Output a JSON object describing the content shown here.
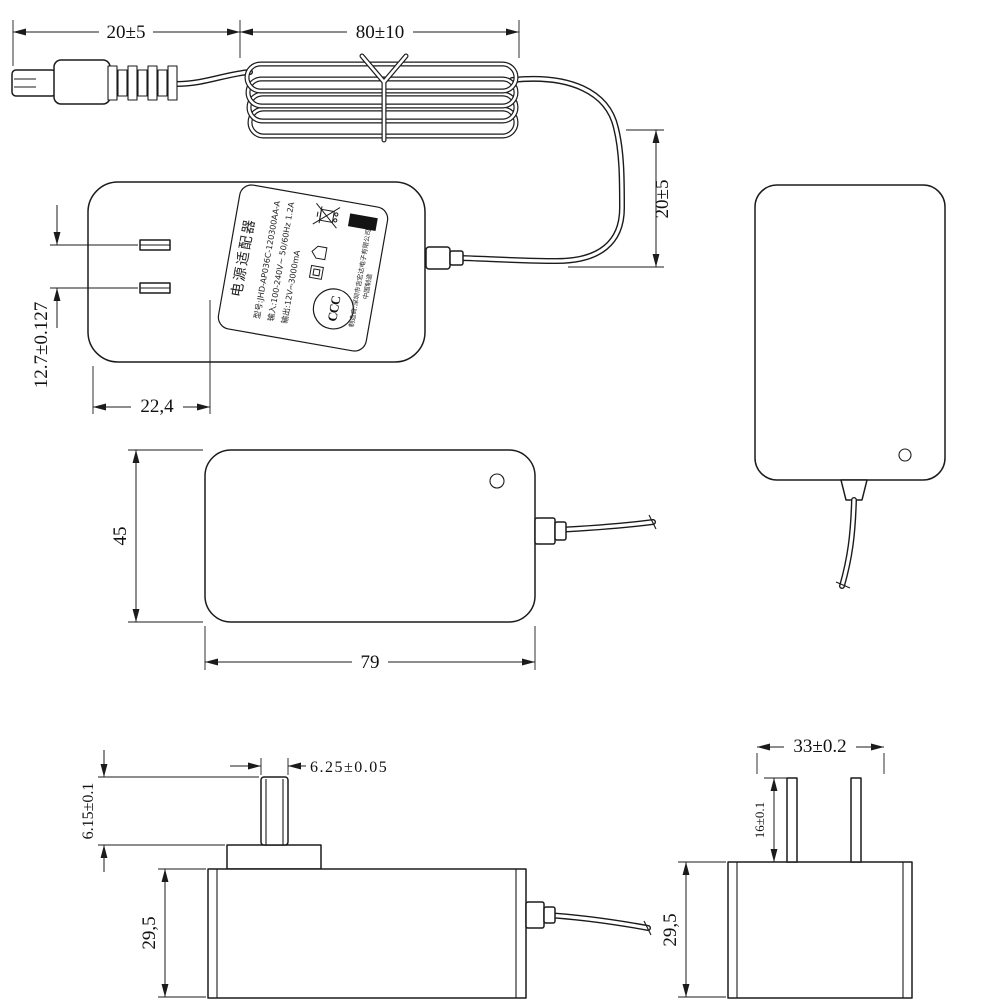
{
  "dimensions": {
    "plug_length": "20±5",
    "coil_length": "80±10",
    "cable_drop": "20±5",
    "prong_pitch": "12.7±0.127",
    "prong_offset": "22,4",
    "top_view_width": "45",
    "top_view_length": "79",
    "tip_diameter": "6.25±0.05",
    "tip_length": "6.15±0.1",
    "side_height": "29,5",
    "front_width": "33±0.2",
    "prong_length": "16±0.1",
    "front_height": "29,5"
  },
  "label": {
    "product": "电源适配器",
    "model": "型号:JHD-AP036C-120300AA-A",
    "input": "输入:100-240V~ 50/60Hz 1.2A",
    "output": "输出:12V⎓3000mA",
    "manufacturer": "制造商:深圳市吉宏达电子有限公司",
    "origin": "中国制造",
    "ccc_mark": "CCC"
  }
}
